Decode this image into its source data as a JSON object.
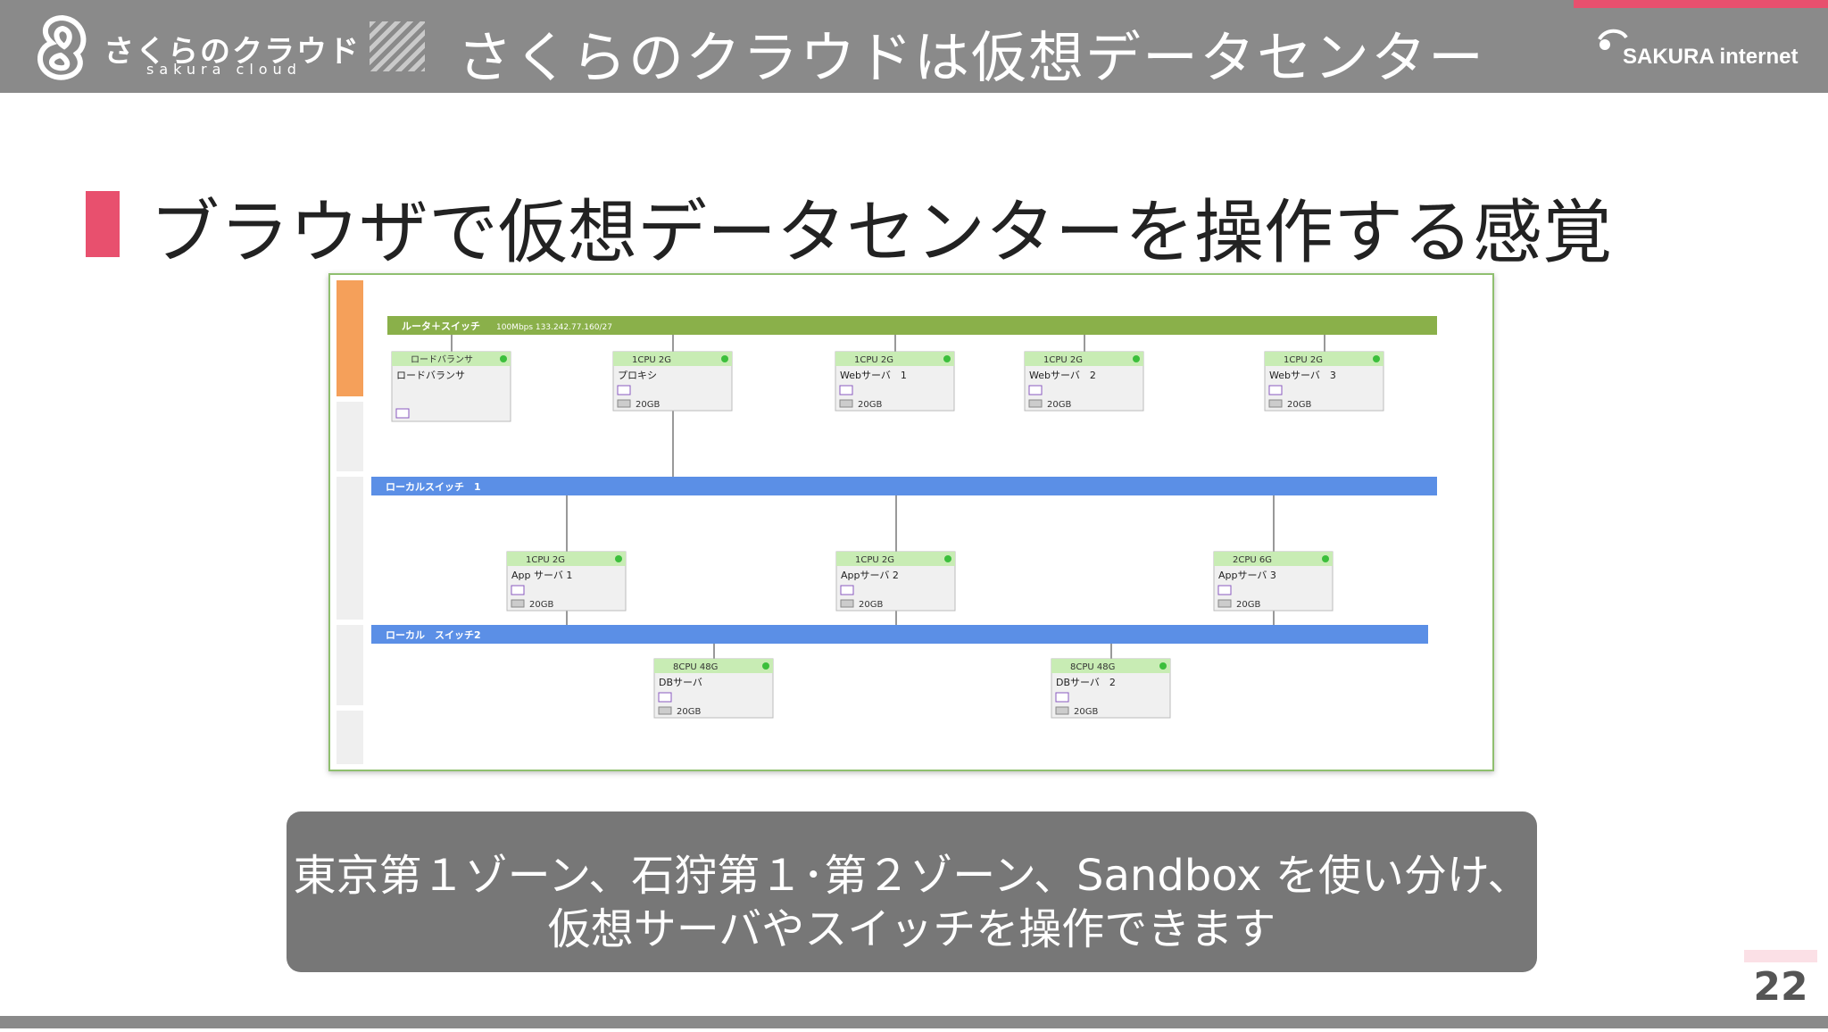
{
  "header": {
    "logo_text": "さくらのクラウド",
    "logo_sub": "sakura cloud",
    "title": "さくらのクラウドは仮想データセンター",
    "brand": "SAKURA internet",
    "accent_color": "#e8506e"
  },
  "heading": "ブラウザで仮想データセンターを操作する感覚",
  "map": {
    "router": {
      "label": "ルータ＋スイッチ",
      "meta": "100Mbps 133.242.77.160/27"
    },
    "switch1": "ローカルスイッチ　1",
    "switch2": "ローカル　スイッチ2",
    "servers_top": [
      {
        "spec": "ロードバランサ",
        "name": "ロードバランサ"
      },
      {
        "spec": "1CPU 2G",
        "name": "プロキシ",
        "disk": "20GB"
      },
      {
        "spec": "1CPU 2G",
        "name": "Webサーバ　1",
        "disk": "20GB"
      },
      {
        "spec": "1CPU 2G",
        "name": "Webサーバ　2",
        "disk": "20GB"
      },
      {
        "spec": "1CPU 2G",
        "name": "Webサーバ　3",
        "disk": "20GB"
      }
    ],
    "servers_mid": [
      {
        "spec": "1CPU 2G",
        "name": "App サーバ 1",
        "disk": "20GB"
      },
      {
        "spec": "1CPU 2G",
        "name": "Appサーバ 2",
        "disk": "20GB"
      },
      {
        "spec": "2CPU 6G",
        "name": "Appサーバ 3",
        "disk": "20GB"
      }
    ],
    "servers_db": [
      {
        "spec": "8CPU 48G",
        "name": "DBサーバ",
        "disk": "20GB"
      },
      {
        "spec": "8CPU 48G",
        "name": "DBサーバ　2",
        "disk": "20GB"
      }
    ],
    "colors": {
      "router": "#8ab04a",
      "switch": "#5b8fe6",
      "server_header": "#c8ecb4",
      "status": "#3cbf3c"
    }
  },
  "caption": {
    "line1": "東京第１ゾーン、石狩第１･第２ゾーン、Sandbox を使い分け、",
    "line2": "仮想サーバやスイッチを操作できます"
  },
  "page_number": "22"
}
